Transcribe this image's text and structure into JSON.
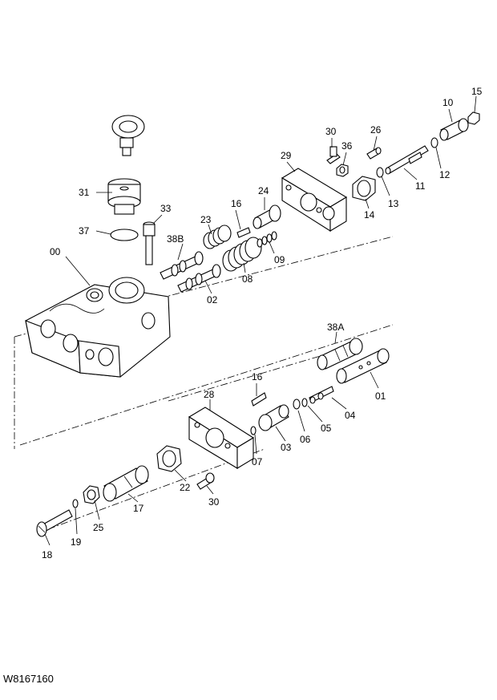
{
  "drawing_code": "W8167160",
  "labels": {
    "p00": "00",
    "p01": "01",
    "p02": "02",
    "p03": "03",
    "p04": "04",
    "p05": "05",
    "p06": "06",
    "p07": "07",
    "p08": "08",
    "p09": "09",
    "p10": "10",
    "p11": "11",
    "p12": "12",
    "p13": "13",
    "p14": "14",
    "p15": "15",
    "p16a": "16",
    "p16b": "16",
    "p17": "17",
    "p18": "18",
    "p19": "19",
    "p22": "22",
    "p23": "23",
    "p24": "24",
    "p25": "25",
    "p26": "26",
    "p28": "28",
    "p29": "29",
    "p30a": "30",
    "p30b": "30",
    "p31": "31",
    "p33": "33",
    "p36": "36",
    "p37": "37",
    "p38A": "38A",
    "p38B": "38B"
  }
}
